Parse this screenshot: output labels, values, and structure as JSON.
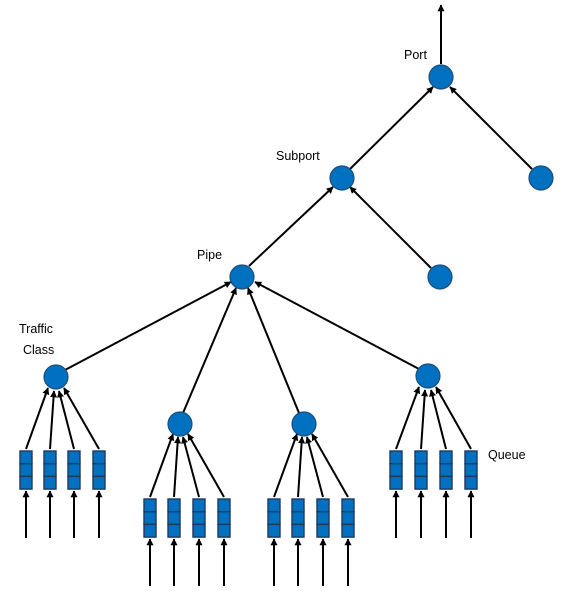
{
  "labels": {
    "port": "Port",
    "subport": "Subport",
    "pipe": "Pipe",
    "traffic_class_line1": "Traffic",
    "traffic_class_line2": "Class",
    "queue": "Queue"
  },
  "colors": {
    "node_fill": "#0070C0",
    "node_stroke": "#1F4E79",
    "edge": "#000000"
  }
}
